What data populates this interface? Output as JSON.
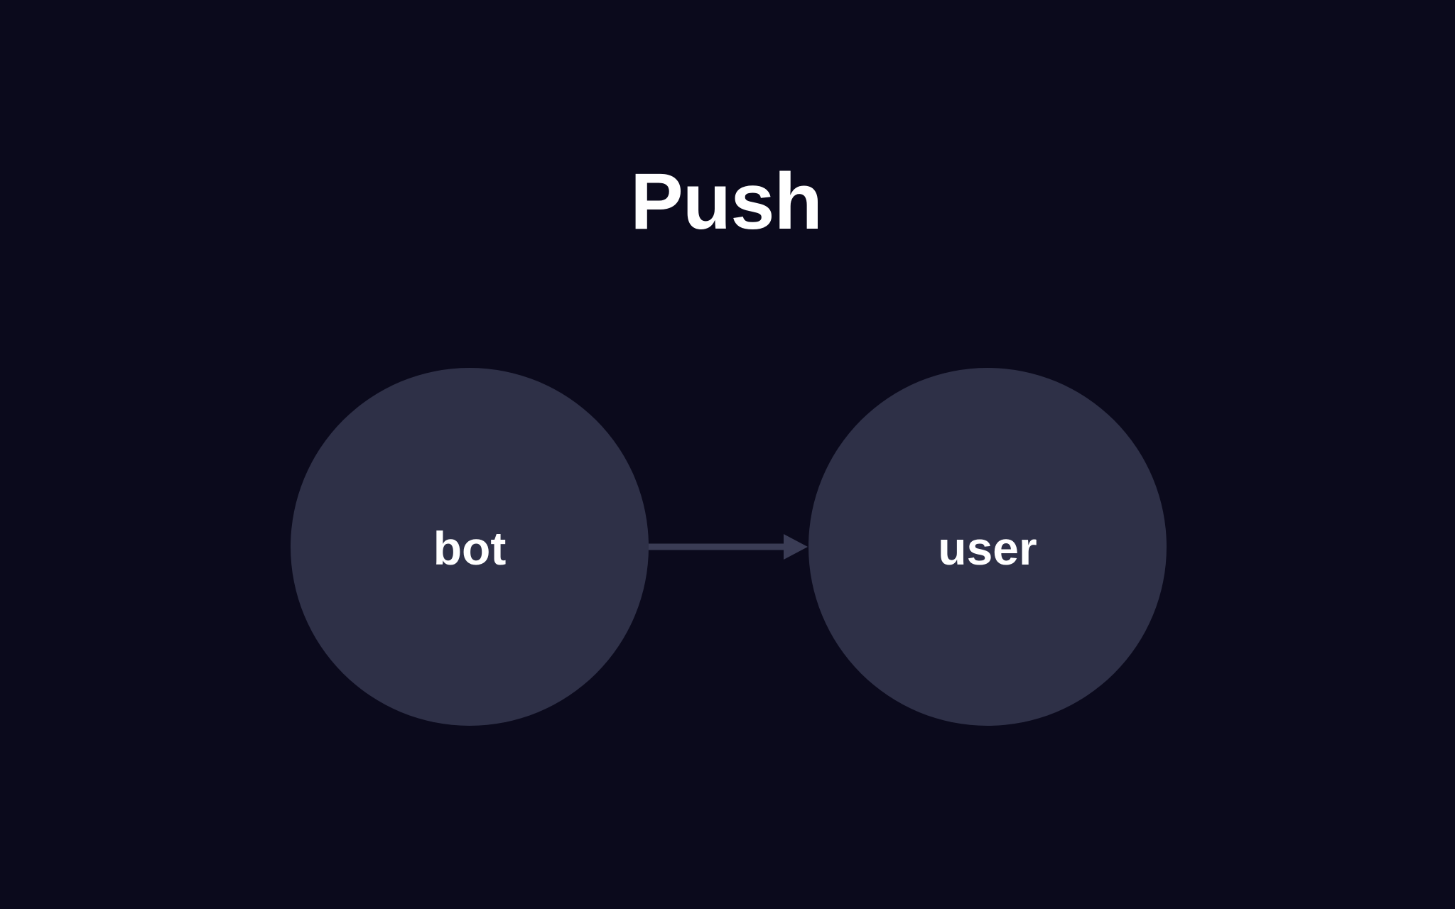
{
  "diagram": {
    "title": "Push",
    "background_color": "#0b0a1c",
    "node_color": "#2e3047",
    "node_label_color": "#ffffff",
    "edge_color": "#3a3c55",
    "title_color": "#ffffff",
    "nodes": [
      {
        "id": "bot",
        "label": "bot"
      },
      {
        "id": "user",
        "label": "user"
      }
    ],
    "edges": [
      {
        "from": "bot",
        "to": "user",
        "label": "",
        "arrowhead": "solid-triangle",
        "direction": "forward"
      }
    ]
  }
}
